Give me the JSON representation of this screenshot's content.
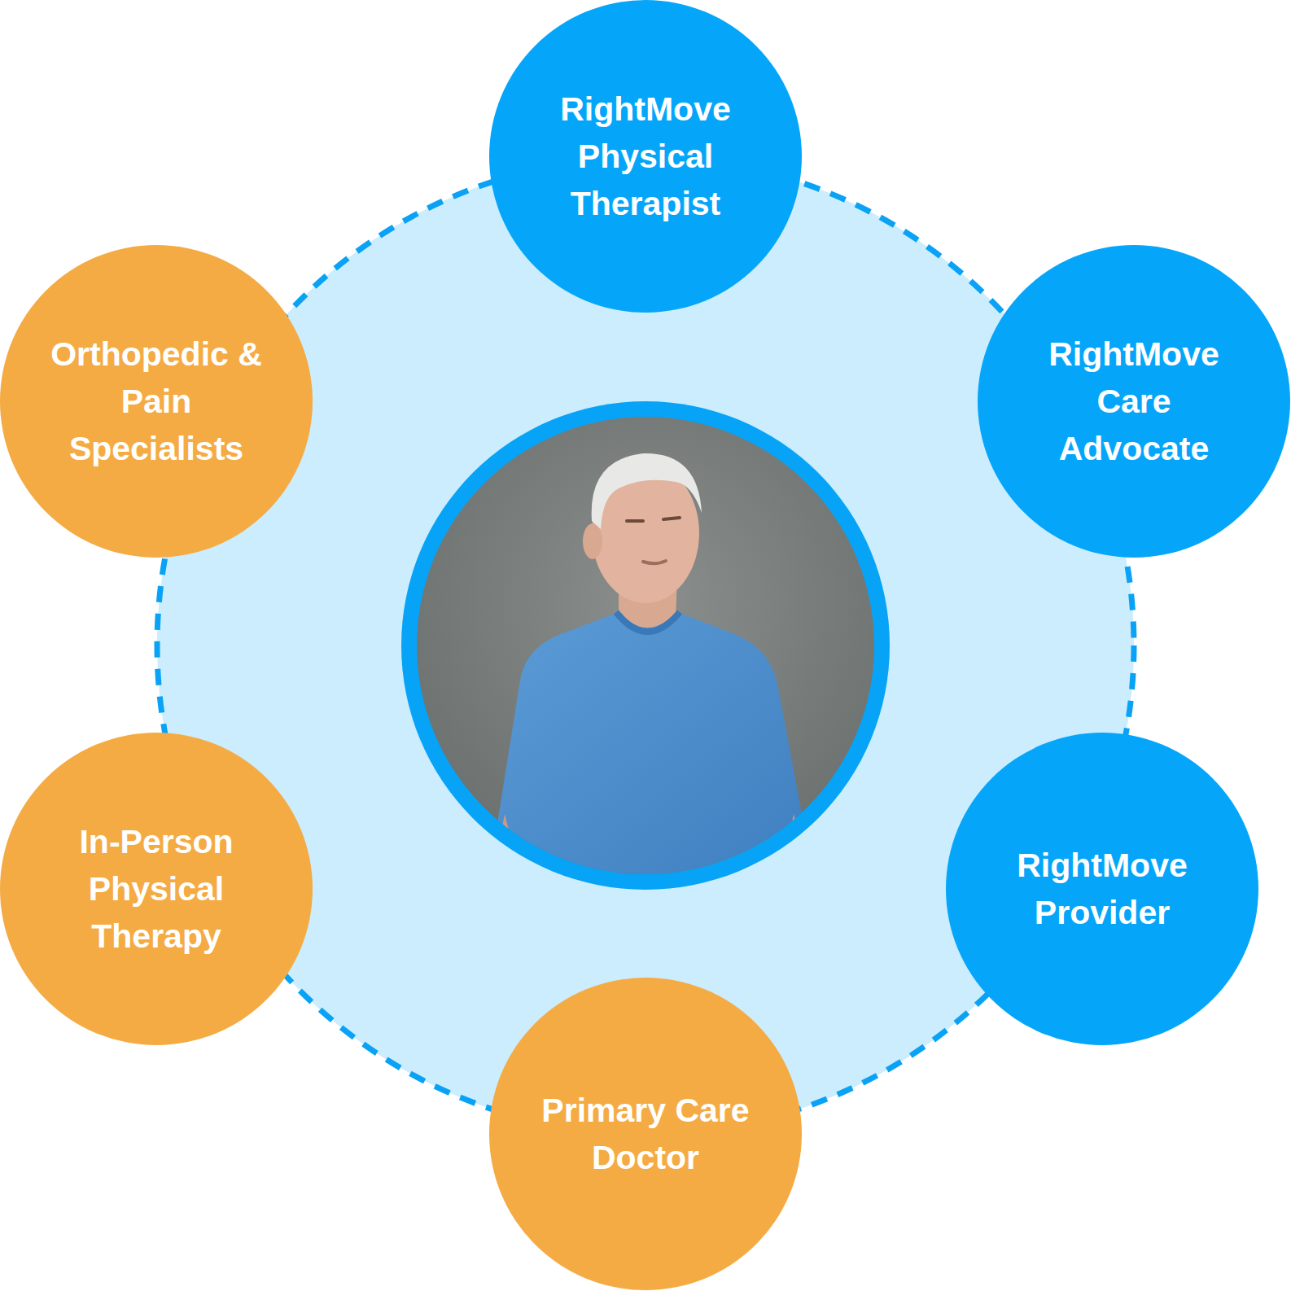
{
  "diagram": {
    "nodes": [
      {
        "text": [
          "RightMove Physical Therapist"
        ]
      },
      {
        "text": [
          "RightMove Care Advocate"
        ]
      },
      {
        "text": [
          "RightMove Provider"
        ]
      },
      {
        "text": [
          "Primary Care Doctor"
        ]
      },
      {
        "text": [
          "In-Person Physical Therapy"
        ]
      },
      {
        "text": [
          "Orthopedic & Pain Specialists"
        ]
      }
    ]
  }
}
